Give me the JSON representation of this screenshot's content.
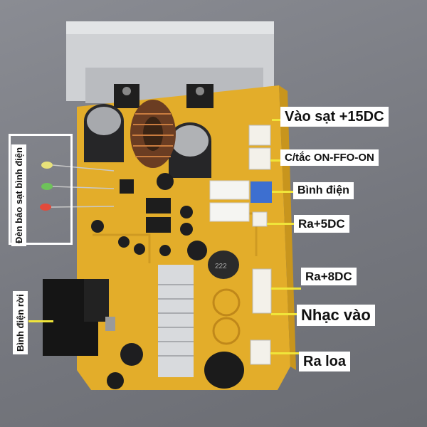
{
  "labels": {
    "input_charge": "Vào sạt +15DC",
    "switch": "C/tắc ON-FFO-ON",
    "battery": "Bình điện",
    "out_5v": "Ra+5DC",
    "out_8v": "Ra+8DC",
    "audio_in": "Nhạc vào",
    "speaker_out": "Ra loa",
    "charge_indicator": "Đèn báo sạt bình điện",
    "loose_battery": "Bình điện rời"
  },
  "components": {
    "inductor_marking": "222"
  },
  "colors": {
    "pcb": "#e3ad2a",
    "heatsink": "#d8dadd",
    "lead_line": "#f0e53a",
    "label_bg": "#ffffff",
    "background": "#7d7f86"
  }
}
